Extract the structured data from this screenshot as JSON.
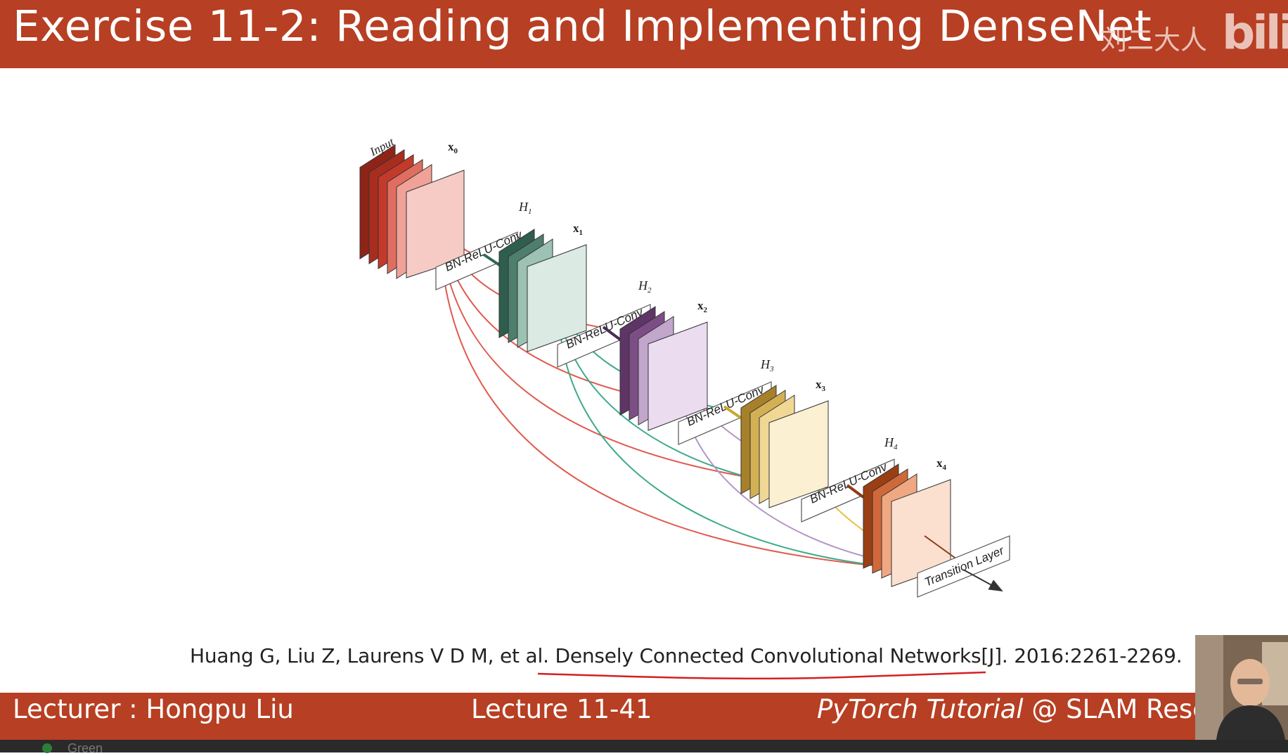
{
  "header": {
    "title": "Exercise 11-2: Reading and Implementing DenseNet",
    "watermark": "刘二大人",
    "logo": "bilib"
  },
  "diagram": {
    "input_label": "Input",
    "blocks": [
      {
        "x_label": "x",
        "x_sub": "0",
        "color": "#c0392b"
      },
      {
        "h_label": "H",
        "h_sub": "1",
        "x_label": "x",
        "x_sub": "1",
        "color": "#3d6b5a",
        "conv_label": "BN-ReLU-Conv"
      },
      {
        "h_label": "H",
        "h_sub": "2",
        "x_label": "x",
        "x_sub": "2",
        "color": "#6b3f72",
        "conv_label": "BN-ReLU-Conv"
      },
      {
        "h_label": "H",
        "h_sub": "3",
        "x_label": "x",
        "x_sub": "3",
        "color": "#b3902b",
        "conv_label": "BN-ReLU-Conv"
      },
      {
        "h_label": "H",
        "h_sub": "4",
        "x_label": "x",
        "x_sub": "4",
        "color": "#b5531f",
        "conv_label": "BN-ReLU-Conv"
      }
    ],
    "transition_label": "Transition Layer",
    "colors": {
      "red": "#e05a4e",
      "green": "#3dab8a",
      "purple": "#b495c4",
      "yellow": "#e8c040"
    }
  },
  "citation": {
    "text": "Huang G, Liu Z, Laurens V D M, et al. Densely Connected Convolutional Networks[J]. 2016:2261-2269."
  },
  "footer": {
    "lecturer": "Lecturer : Hongpu Liu",
    "lecture": "Lecture 11-41",
    "course_italic": "PyTorch Tutorial",
    "course_rest": " @ SLAM Resea"
  },
  "taskbar": {
    "item": "Green"
  }
}
